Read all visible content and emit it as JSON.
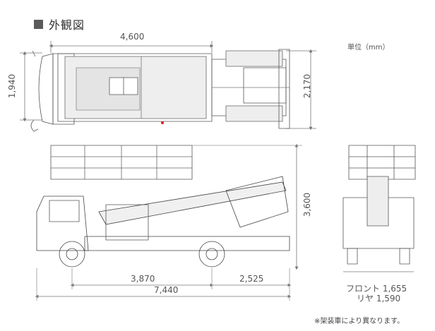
{
  "heading": {
    "square_icon": "filled-square-icon",
    "title": "外観図"
  },
  "unit_label": "単位（mm）",
  "dimensions": {
    "top_length": "4,600",
    "top_width_left": "1,940",
    "top_width_right": "2,170",
    "side_height": "3,600",
    "wheelbase": "3,870",
    "rear_overhang": "2,525",
    "overall_length": "7,440"
  },
  "tread": {
    "front": "フロント 1,655",
    "rear": "リヤ 1,590"
  },
  "note": "※架装車により異なります。",
  "colors": {
    "line": "#7a7a7a",
    "dark": "#444444",
    "accent_red": "#e02020"
  }
}
